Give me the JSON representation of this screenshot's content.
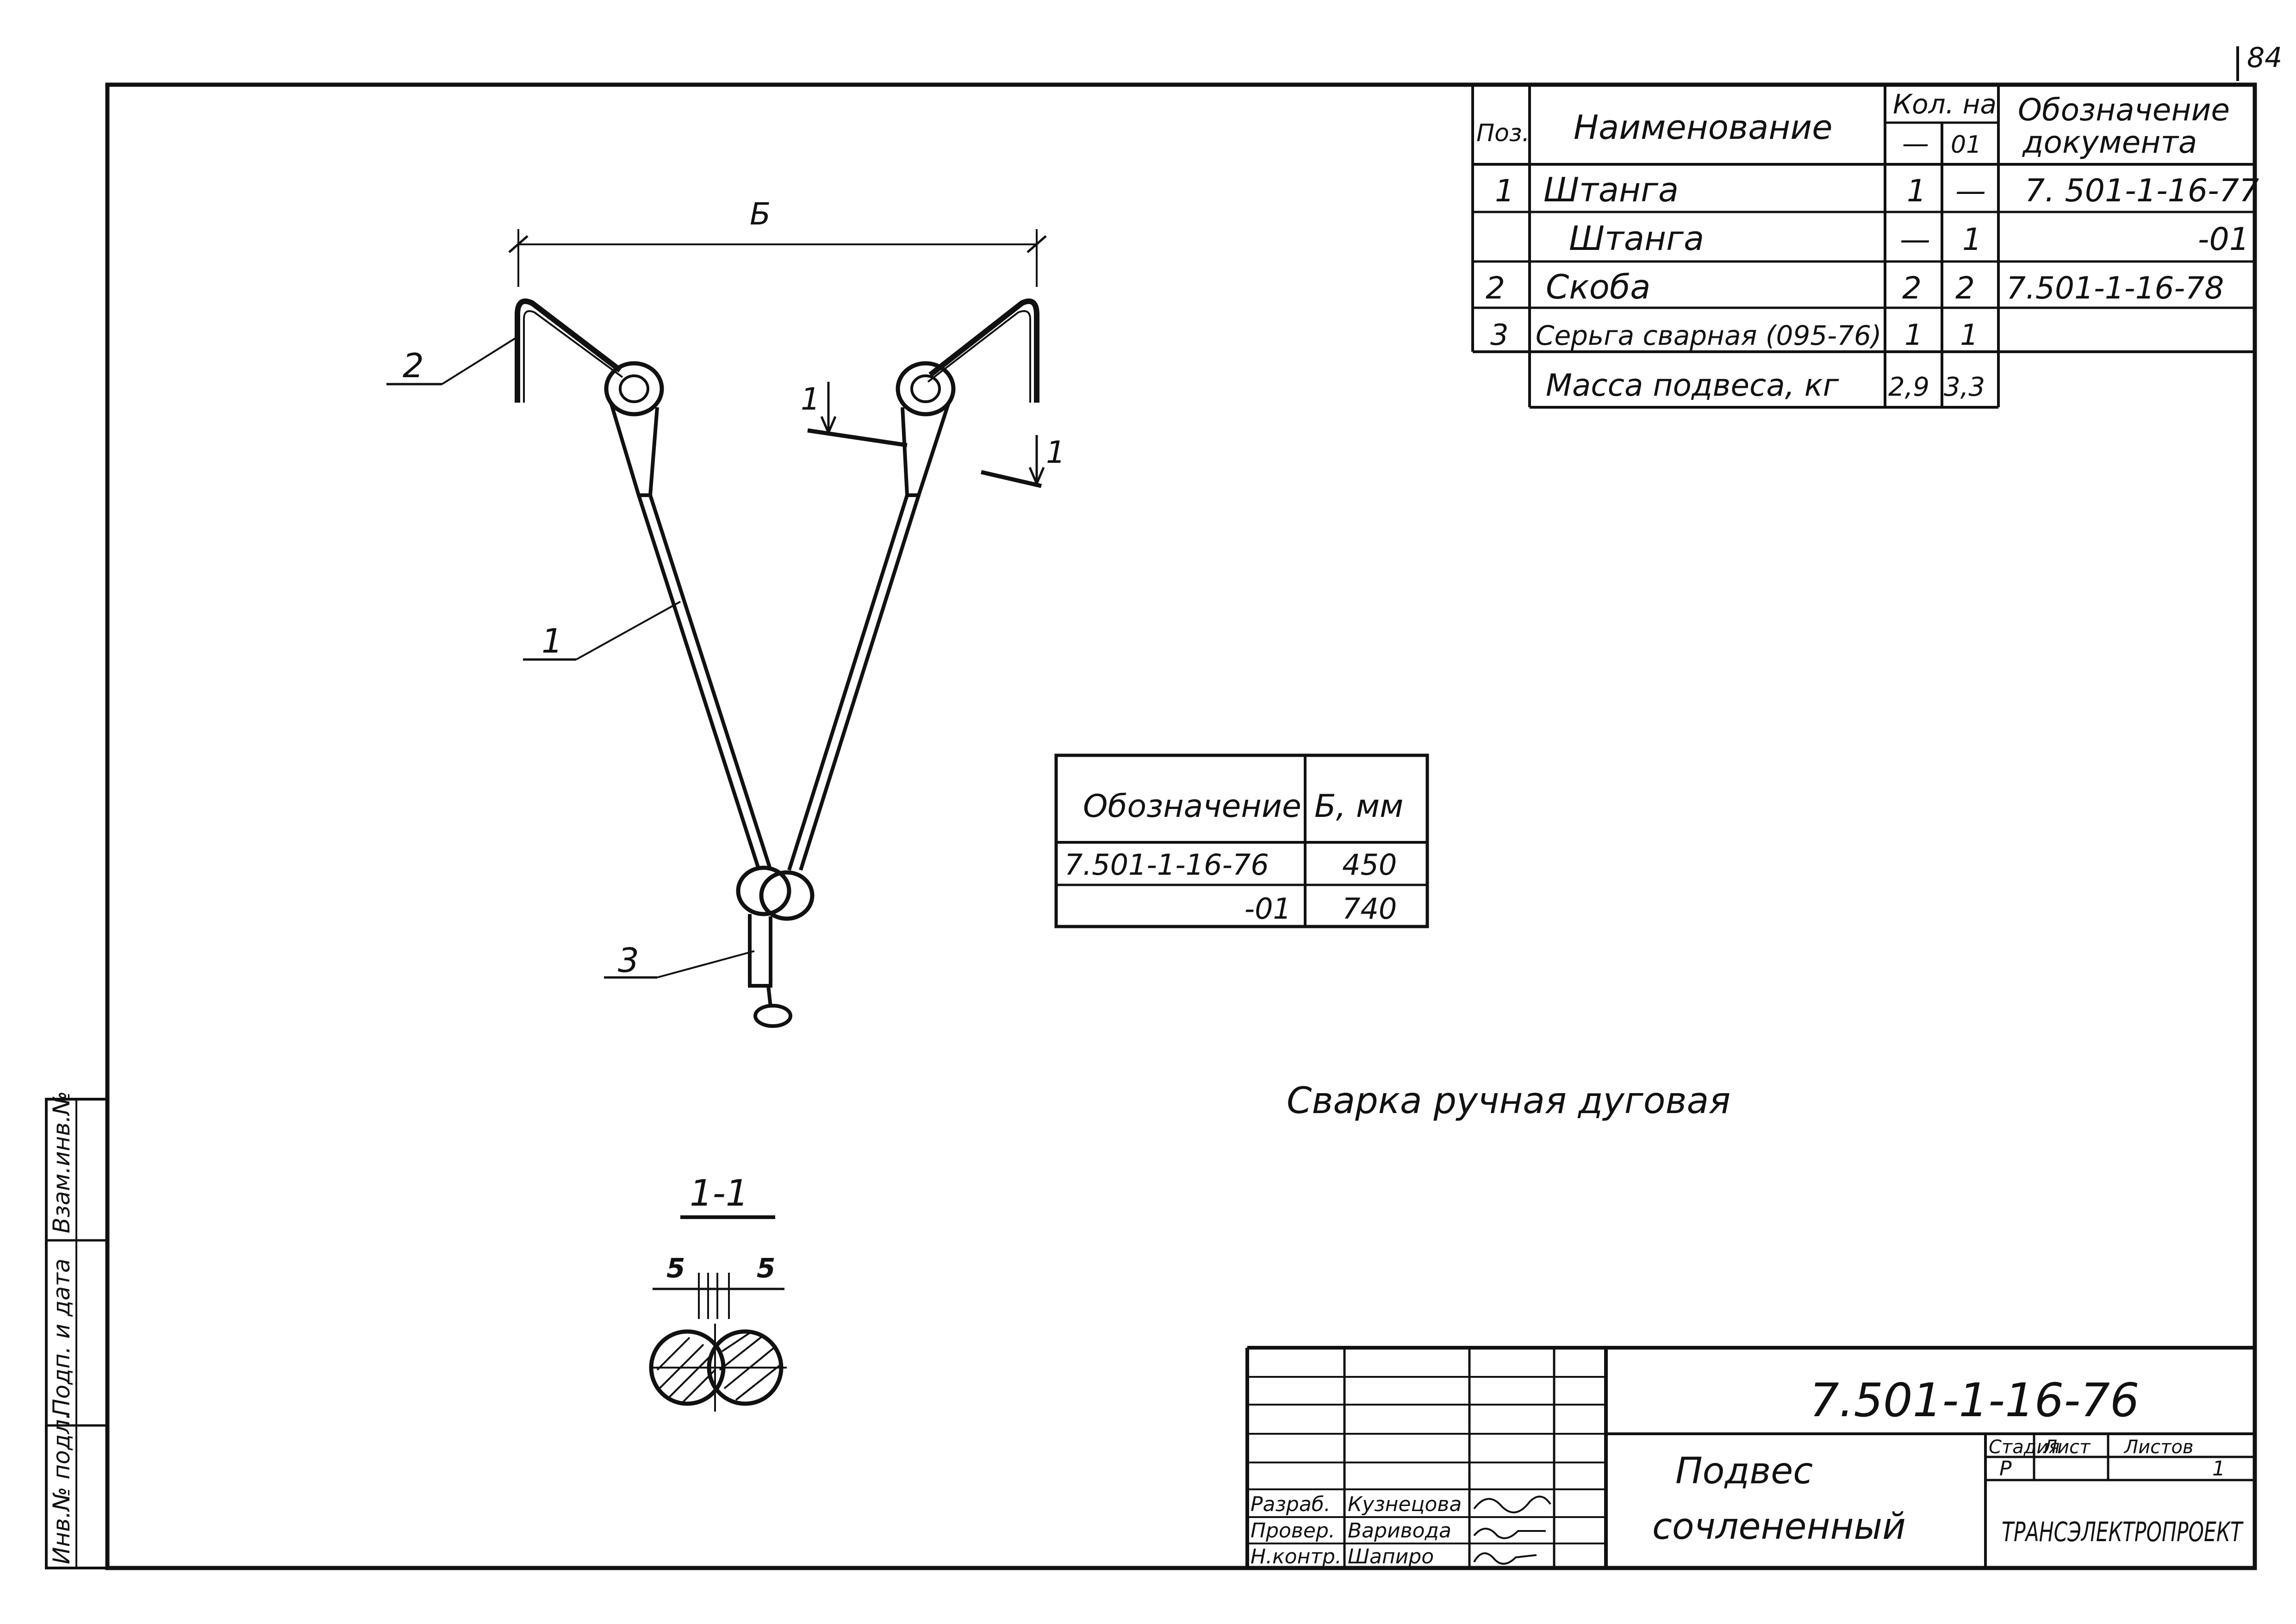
{
  "sheet": {
    "page_number": "84",
    "ink_color": "#111111",
    "paper_color": "#ffffff"
  },
  "spec_table": {
    "headers": {
      "pos": "Поз.",
      "name": "Наименование",
      "qty_on": "Кол. на",
      "qty_col_a": "—",
      "qty_col_b": "01",
      "doc": "Обозначение документа"
    },
    "rows": [
      {
        "pos": "1",
        "name": "Штанга",
        "qty_a": "1",
        "qty_b": "—",
        "doc": "7. 501-1-16-77"
      },
      {
        "pos": "",
        "name": "Штанга",
        "qty_a": "—",
        "qty_b": "1",
        "doc": "-01"
      },
      {
        "pos": "2",
        "name": "Скоба",
        "qty_a": "2",
        "qty_b": "2",
        "doc": "7.501-1-16-78"
      },
      {
        "pos": "3",
        "name": "Серьга сварная (095-76)",
        "qty_a": "1",
        "qty_b": "1",
        "doc": ""
      }
    ],
    "mass_row": {
      "name": "Масса подвеса, кг",
      "qty_a": "2,9",
      "qty_b": "3,3"
    }
  },
  "variant_table": {
    "headers": {
      "designation": "Обозначение",
      "b": "Б, мм"
    },
    "rows": [
      {
        "designation": "7.501-1-16-76",
        "b": "450"
      },
      {
        "designation": "-01",
        "b": "740"
      }
    ]
  },
  "drawing": {
    "dim_label": "Б",
    "callouts": [
      "1",
      "2",
      "3"
    ],
    "cut_mark_left": "1",
    "cut_mark_right": "1",
    "section_title": "1-1",
    "section_dim_left": "5",
    "section_dim_right": "5"
  },
  "note": "Сварка ручная дуговая",
  "side_stamp": [
    "Взам.инв.№",
    "Подп. и дата",
    "Инв.№ подл."
  ],
  "title_block": {
    "doc_code": "7.501-1-16-76",
    "title_line1": "Подвес",
    "title_line2": "сочлененный",
    "stage_label": "Стадия",
    "sheet_label": "Лист",
    "sheets_label": "Листов",
    "stage_value": "Р",
    "sheet_value": "",
    "sheets_value": "1",
    "organization": "ТРАНСЭЛЕКТРОПРОЕКТ",
    "roles": [
      {
        "role": "Разраб.",
        "name": "Кузнецова"
      },
      {
        "role": "Провер.",
        "name": "Варивода"
      },
      {
        "role": "Н.контр.",
        "name": "Шапиро"
      }
    ]
  }
}
